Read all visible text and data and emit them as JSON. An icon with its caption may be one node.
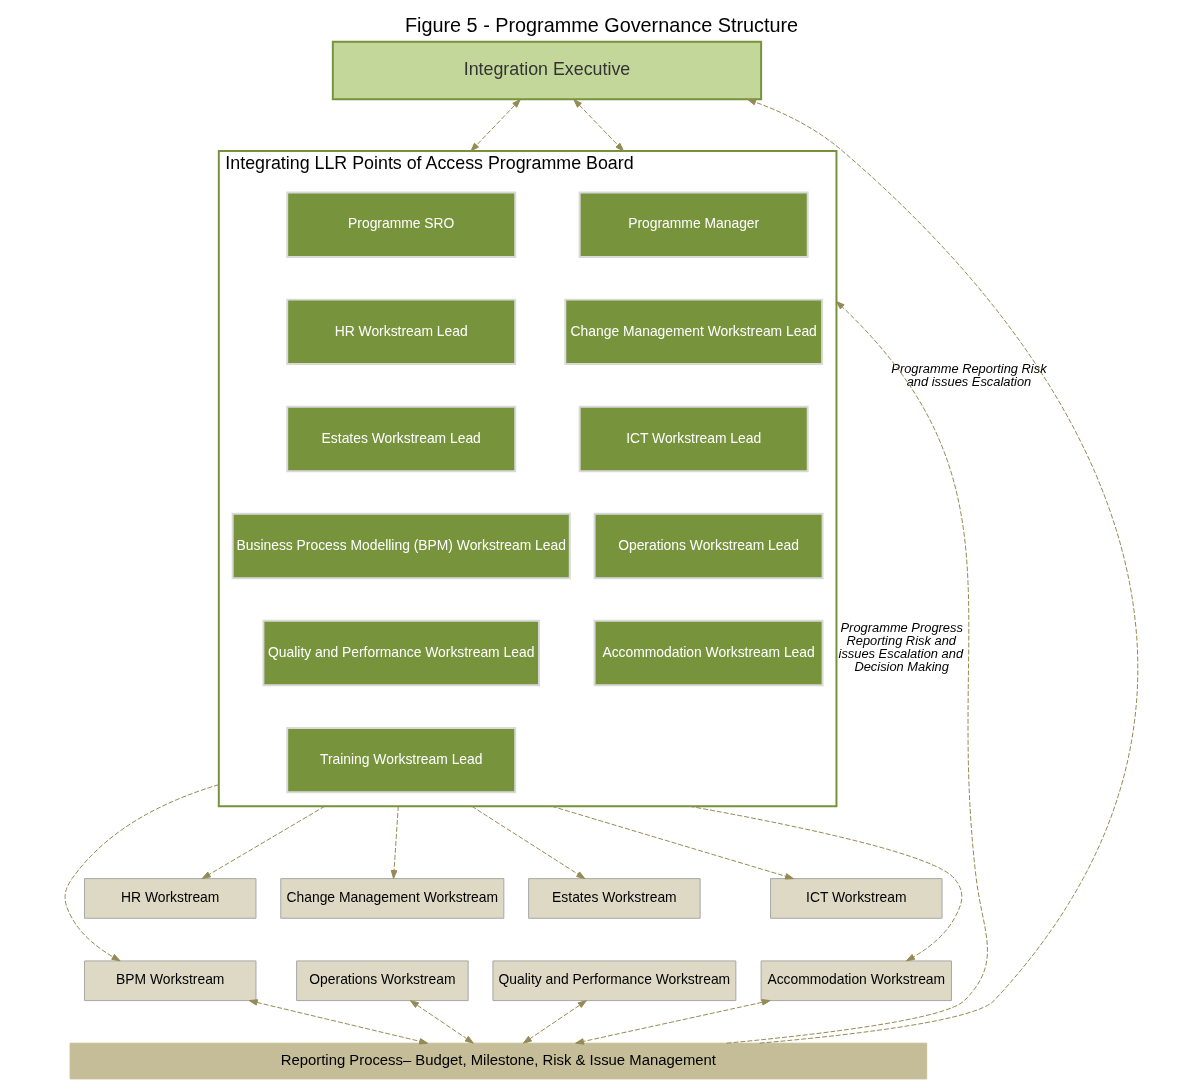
{
  "diagram": {
    "title": "Figure 5 - Programme Governance Structure",
    "nodes": [
      {
        "text": [
          "Integration Executive"
        ]
      },
      {
        "text": [
          "Integrating LLR Points of Access Programme Board"
        ]
      },
      {
        "text": [
          "Programme SRO"
        ],
        "in": 1
      },
      {
        "text": [
          "Programme Manager"
        ],
        "in": 1
      },
      {
        "text": [
          "HR Workstream Lead"
        ],
        "in": 1
      },
      {
        "text": [
          "Change Management Workstream Lead"
        ],
        "in": 1
      },
      {
        "text": [
          "Estates Workstream Lead"
        ],
        "in": 1
      },
      {
        "text": [
          "ICT Workstream Lead"
        ],
        "in": 1
      },
      {
        "text": [
          "Business Process Modelling (BPM) Workstream Lead"
        ],
        "in": 1
      },
      {
        "text": [
          "Operations Workstream Lead"
        ],
        "in": 1
      },
      {
        "text": [
          "Quality and Performance Workstream Lead"
        ],
        "in": 1
      },
      {
        "text": [
          "Accommodation Workstream Lead"
        ],
        "in": 1
      },
      {
        "text": [
          "Training Workstream Lead"
        ],
        "in": 1
      },
      {
        "text": [
          "HR Workstream"
        ]
      },
      {
        "text": [
          "Change Management Workstream"
        ]
      },
      {
        "text": [
          "Estates Workstream"
        ]
      },
      {
        "text": [
          "ICT Workstream"
        ]
      },
      {
        "text": [
          "BPM Workstream"
        ]
      },
      {
        "text": [
          "Operations Workstream"
        ]
      },
      {
        "text": [
          "Quality and Performance Workstream"
        ]
      },
      {
        "text": [
          "Accommodation Workstream"
        ]
      },
      {
        "text": [
          "Reporting Process– Budget, Milestone, Risk & Issue Management"
        ]
      }
    ],
    "edges": [
      {
        "from": 0,
        "to": 1,
        "arrow": "both",
        "style": "dashed"
      },
      {
        "from": 0,
        "to": 1,
        "arrow": "both",
        "style": "dashed"
      },
      {
        "from": 1,
        "to": 13,
        "arrow": "to",
        "style": "dashed"
      },
      {
        "from": 1,
        "to": 14,
        "arrow": "to",
        "style": "dashed"
      },
      {
        "from": 1,
        "to": 15,
        "arrow": "to",
        "style": "dashed"
      },
      {
        "from": 1,
        "to": 16,
        "arrow": "to",
        "style": "dashed"
      },
      {
        "from": 1,
        "to": 17,
        "arrow": "to",
        "style": "dashed"
      },
      {
        "from": 1,
        "to": 20,
        "arrow": "to",
        "style": "dashed"
      },
      {
        "from": 17,
        "to": 21,
        "arrow": "both",
        "style": "dashed"
      },
      {
        "from": 18,
        "to": 21,
        "arrow": "both",
        "style": "dashed"
      },
      {
        "from": 19,
        "to": 21,
        "arrow": "both",
        "style": "dashed"
      },
      {
        "from": 20,
        "to": 21,
        "arrow": "both",
        "style": "dashed"
      },
      {
        "from": 21,
        "to": 1,
        "arrow": "to",
        "style": "dashed",
        "label": "Programme Progress Reporting Risk and issues Escalation and Decision Making"
      },
      {
        "from": 21,
        "to": 0,
        "arrow": "to",
        "style": "dashed",
        "label": "Programme Reporting Risk and issues Escalation"
      }
    ]
  }
}
